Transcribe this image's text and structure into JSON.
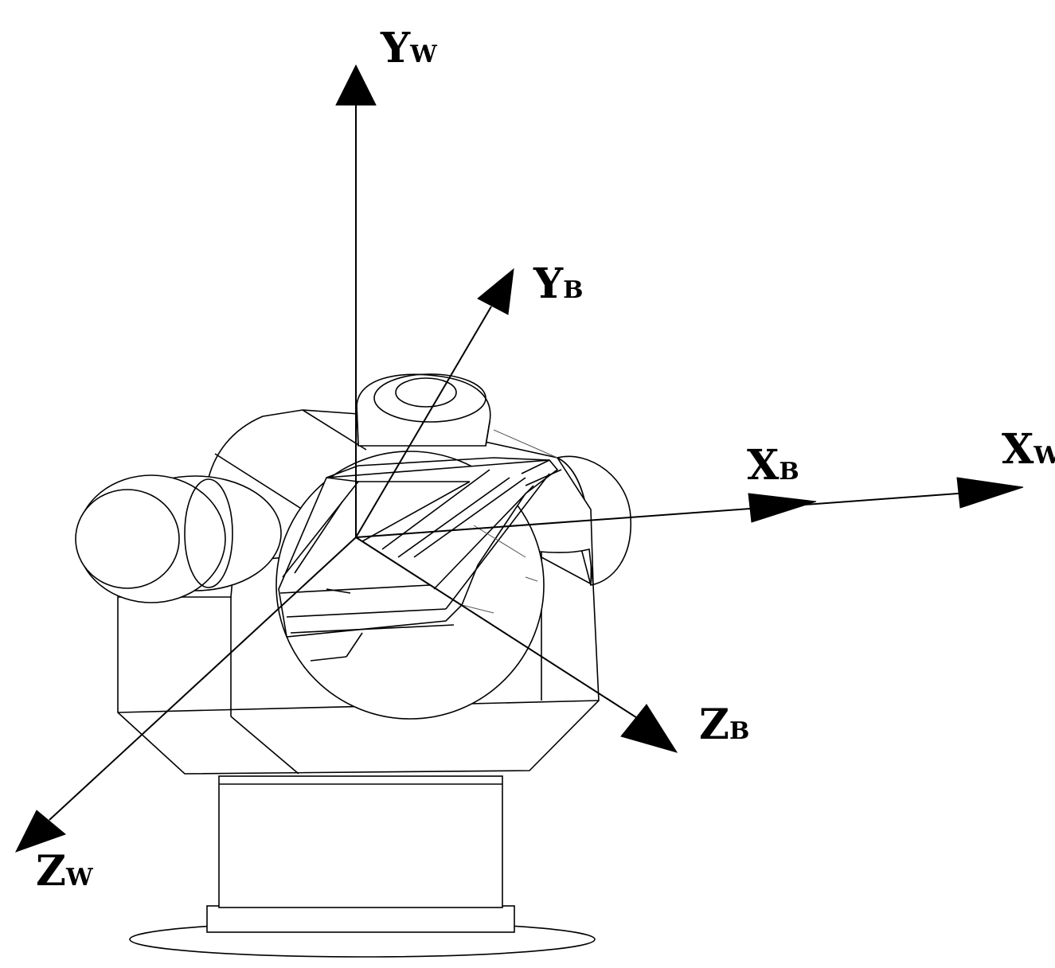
{
  "axes": {
    "yw": {
      "main": "Y",
      "sub": "W"
    },
    "xw": {
      "main": "X",
      "sub": "W"
    },
    "zw": {
      "main": "Z",
      "sub": "W"
    },
    "yb": {
      "main": "Y",
      "sub": "B"
    },
    "xb": {
      "main": "X",
      "sub": "B"
    },
    "zb": {
      "main": "Z",
      "sub": "B"
    }
  },
  "colors": {
    "line": "#000000",
    "background": "#ffffff"
  }
}
